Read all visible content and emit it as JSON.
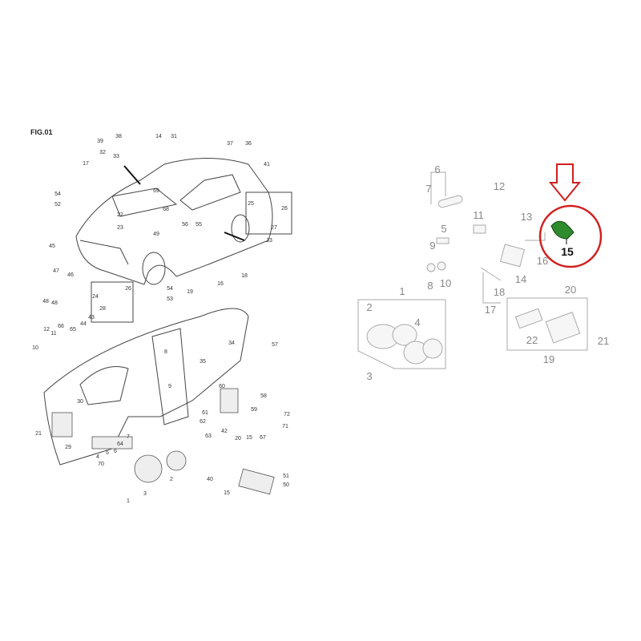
{
  "figure_label": "FIG.01",
  "left_diagram": {
    "callouts": [
      "39",
      "38",
      "14",
      "31",
      "37",
      "36",
      "32",
      "33",
      "17",
      "41",
      "54",
      "52",
      "69",
      "68",
      "25",
      "26",
      "22",
      "23",
      "49",
      "56",
      "55",
      "27",
      "13",
      "45",
      "47",
      "46",
      "16",
      "18",
      "26",
      "24",
      "19",
      "54",
      "53",
      "48",
      "48",
      "28",
      "43",
      "44",
      "66",
      "65",
      "12",
      "11",
      "10",
      "34",
      "35",
      "57",
      "8",
      "9",
      "60",
      "58",
      "59",
      "30",
      "61",
      "72",
      "71",
      "62",
      "63",
      "21",
      "29",
      "4",
      "5",
      "6",
      "64",
      "7",
      "42",
      "20",
      "15",
      "67",
      "70",
      "40",
      "2",
      "15",
      "3",
      "1",
      "51",
      "50"
    ]
  },
  "right_diagram": {
    "callouts": [
      "6",
      "7",
      "12",
      "11",
      "13",
      "5",
      "9",
      "16",
      "8",
      "10",
      "14",
      "18",
      "17",
      "1",
      "2",
      "4",
      "20",
      "22",
      "19",
      "21",
      "3"
    ],
    "highlighted_part": "15",
    "highlight_color": "#d02020",
    "part_color": "#2e8b2e"
  }
}
